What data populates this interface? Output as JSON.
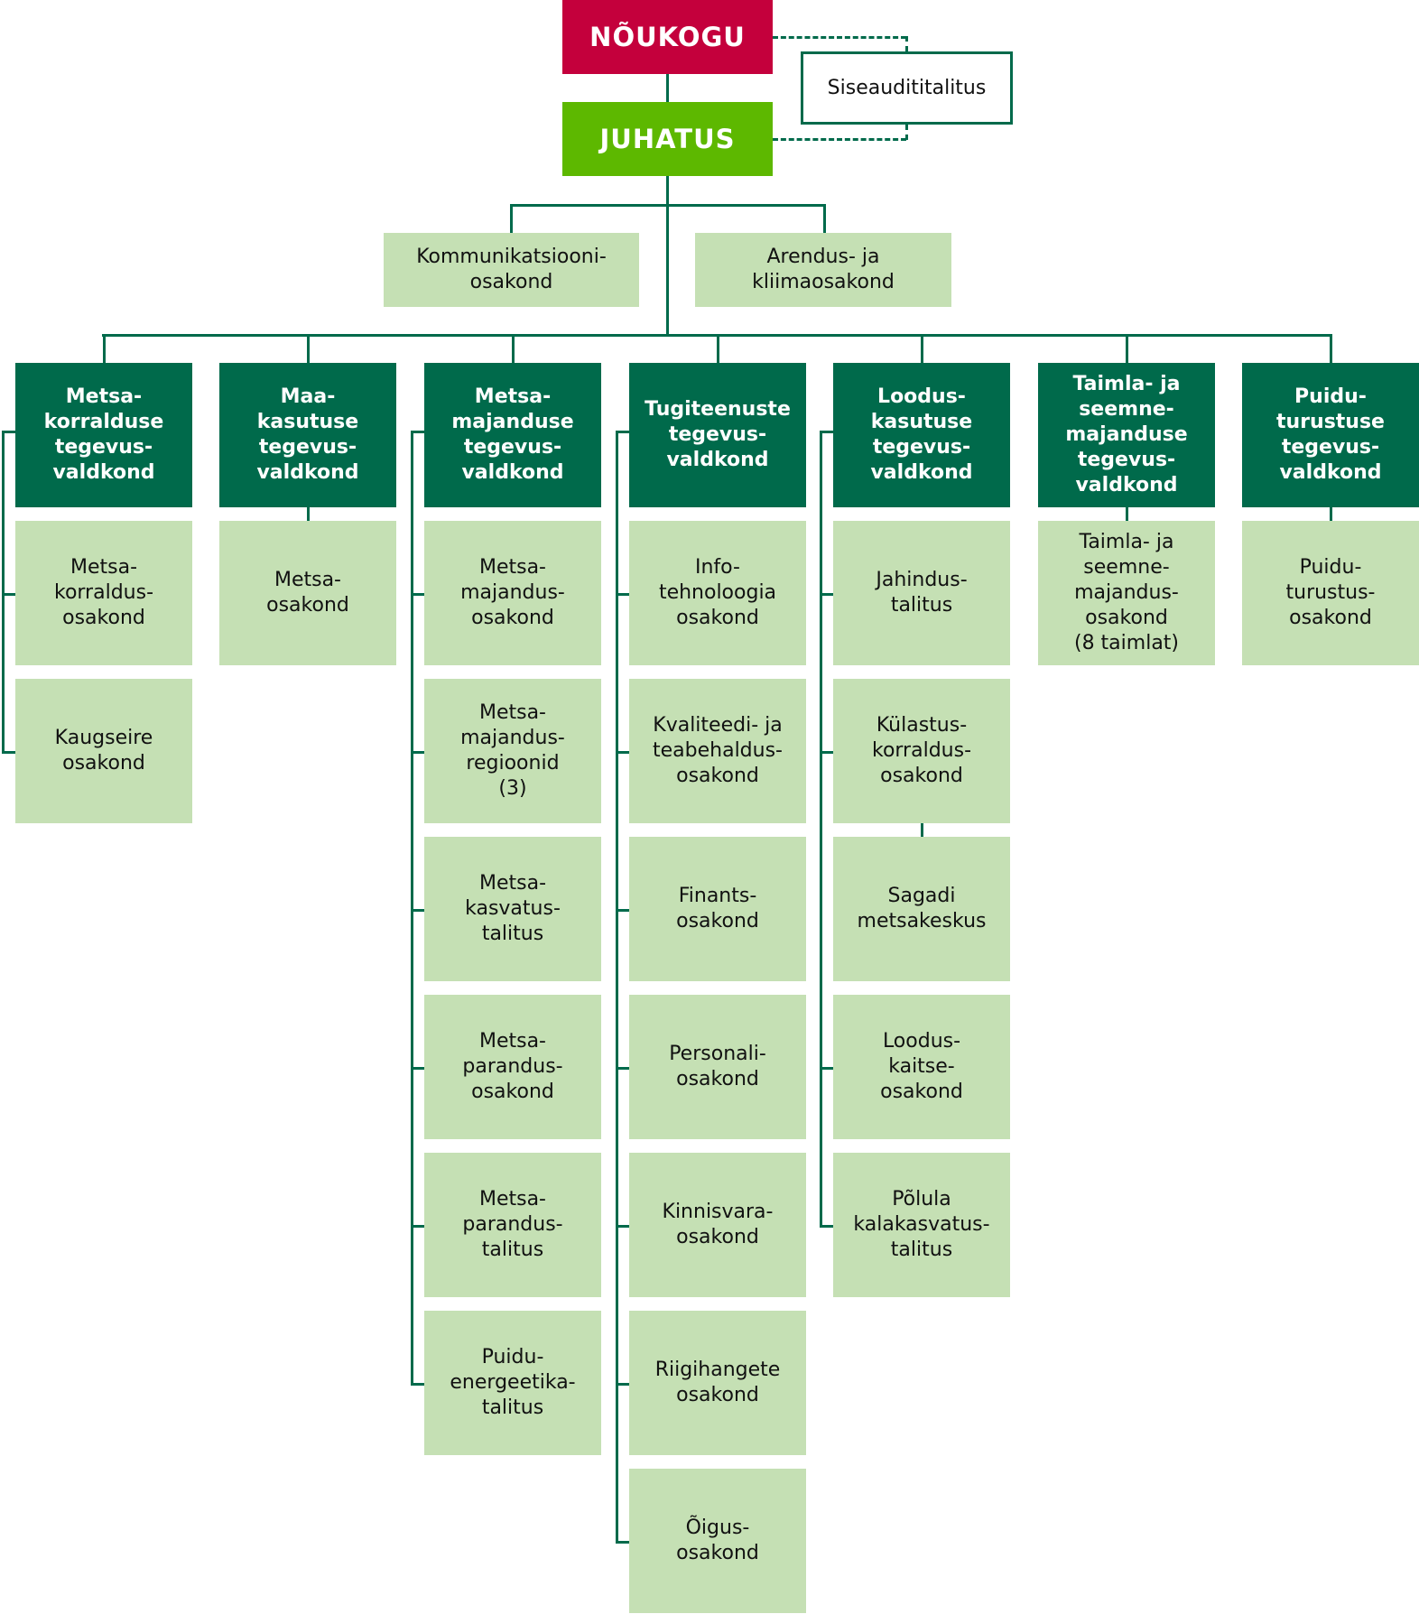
{
  "top": {
    "board": "NÕUKOGU",
    "executive": "JUHATUS",
    "internal_audit": "Siseaudititalitus"
  },
  "staff_departments": [
    "Kommunikatsiooni-\nosakond",
    "Arendus- ja\nkliimaosakond"
  ],
  "colors": {
    "board": "#C4003C",
    "executive": "#5DB800",
    "area_header": "#006A4B",
    "department": "#C5E0B4",
    "connector": "#006A4B"
  },
  "areas": [
    {
      "title": "Metsa-\nkorralduse\ntegevus-\nvaldkond",
      "units": [
        "Metsa-\nkorraldus-\nosakond",
        "Kaugseire\nosakond"
      ]
    },
    {
      "title": "Maa-\nkasutuse\ntegevus-\nvaldkond",
      "units": [
        "Metsa-\nosakond"
      ]
    },
    {
      "title": "Metsa-\nmajanduse\ntegevus-\nvaldkond",
      "units": [
        "Metsa-\nmajandus-\nosakond",
        "Metsa-\nmajandus-\nregioonid\n(3)",
        "Metsa-\nkasvatus-\ntalitus",
        "Metsa-\nparandus-\nosakond",
        "Metsa-\nparandus-\ntalitus",
        "Puidu-\nenergeetika-\ntalitus"
      ]
    },
    {
      "title": "Tugiteenuste\ntegevus-\nvaldkond",
      "units": [
        "Info-\ntehnoloogia\nosakond",
        "Kvaliteedi- ja\nteabehaldus-\nosakond",
        "Finants-\nosakond",
        "Personali-\nosakond",
        "Kinnisvara-\nosakond",
        "Riigihangete\nosakond",
        "Õigus-\nosakond"
      ]
    },
    {
      "title": "Loodus-\nkasutuse\ntegevus-\nvaldkond",
      "units": [
        "Jahindus-\ntalitus",
        "Külastus-\nkorraldus-\nosakond",
        "Sagadi\nmetsakeskus",
        "Loodus-\nkaitse-\nosakond",
        "Põlula\nkalakasvatus-\ntalitus"
      ]
    },
    {
      "title": "Taimla- ja\nseemne-\nmajanduse\ntegevus-\nvaldkond",
      "units": [
        "Taimla- ja\nseemne-\nmajandus-\nosakond\n(8 taimlat)"
      ]
    },
    {
      "title": "Puidu-\nturustuse\ntegevus-\nvaldkond",
      "units": [
        "Puidu-\nturustus-\nosakond"
      ]
    }
  ]
}
